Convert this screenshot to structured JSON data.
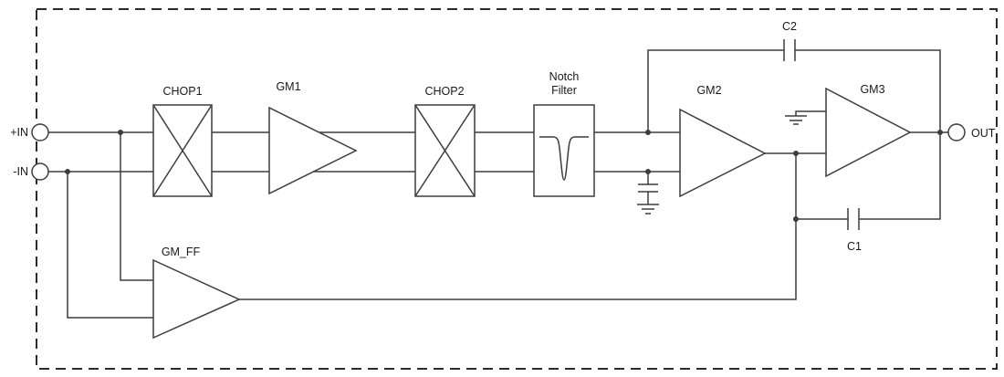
{
  "labels": {
    "input_positive": "+IN",
    "input_negative": "-IN",
    "chop1": "CHOP1",
    "gm1": "GM1",
    "chop2": "CHOP2",
    "notch_line1": "Notch",
    "notch_line2": "Filter",
    "gm2": "GM2",
    "gm3": "GM3",
    "cap_top": "C2",
    "cap_bottom": "C1",
    "gm_ff": "GM_FF",
    "output": "OUT"
  },
  "colors": {
    "line": "#3d3d3d",
    "text": "#1a1a1a",
    "border": "#2b2b2b",
    "background": "#ffffff"
  }
}
